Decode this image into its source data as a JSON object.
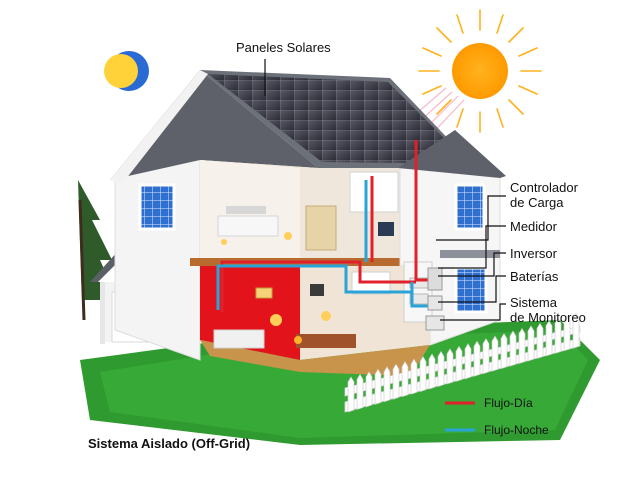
{
  "labels": {
    "paneles": "Paneles Solares",
    "controlador": "Controlador\nde Carga",
    "medidor": "Medidor",
    "inversor": "Inversor",
    "baterias": "Baterías",
    "sistema": "Sistema\nde Monitoreo"
  },
  "caption": "Sistema Aislado (Off-Grid)",
  "legend": {
    "day_label": "Flujo-Día",
    "night_label": "Flujo-Noche",
    "day_color": "#e0202a",
    "night_color": "#2aa4d8"
  }
}
